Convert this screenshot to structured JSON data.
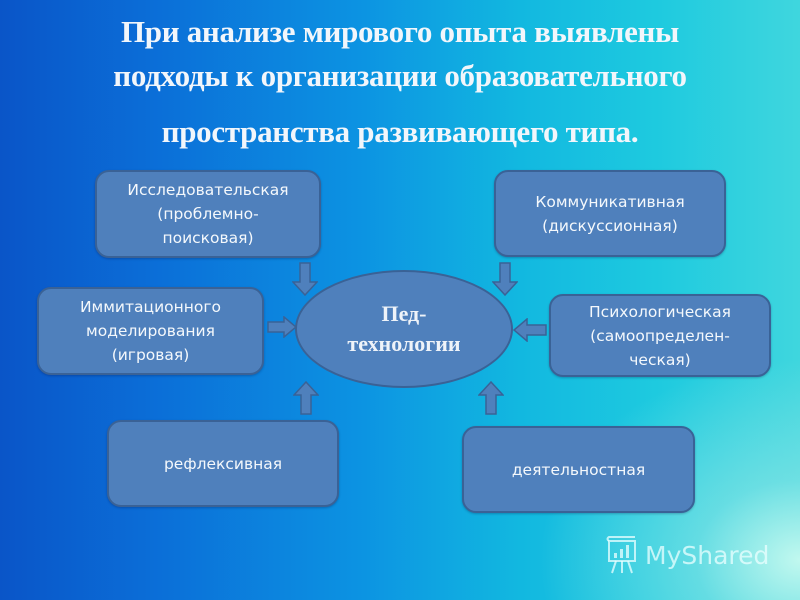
{
  "slide": {
    "title_lines": [
      "При анализе мирового опыта выявлены",
      "подходы к организации образовательного",
      "пространства развивающего типа."
    ],
    "center": {
      "label": "Пед-\nтехнологии"
    },
    "approaches": [
      {
        "id": "research",
        "label": "Исследовательская\n(проблемно-\nпоисковая)"
      },
      {
        "id": "communicative",
        "label": "Коммуникативная\n(дискуссионная)"
      },
      {
        "id": "simulation",
        "label": "Иммитационного\nмоделирования\n(игровая)"
      },
      {
        "id": "psychological",
        "label": "Психологическая\n(самоопределен-\nческая)"
      },
      {
        "id": "reflexive",
        "label": "рефлексивная"
      },
      {
        "id": "activity",
        "label": "деятельностная"
      }
    ],
    "colors": {
      "box_fill": "#4f80bc",
      "box_border": "#3a6296",
      "title_text": "#f2f6fb",
      "background_left": "#0a55c8",
      "background_right": "#3fd6de"
    }
  },
  "watermark": {
    "icon": "presentation-board-icon",
    "text": "MyShared"
  }
}
